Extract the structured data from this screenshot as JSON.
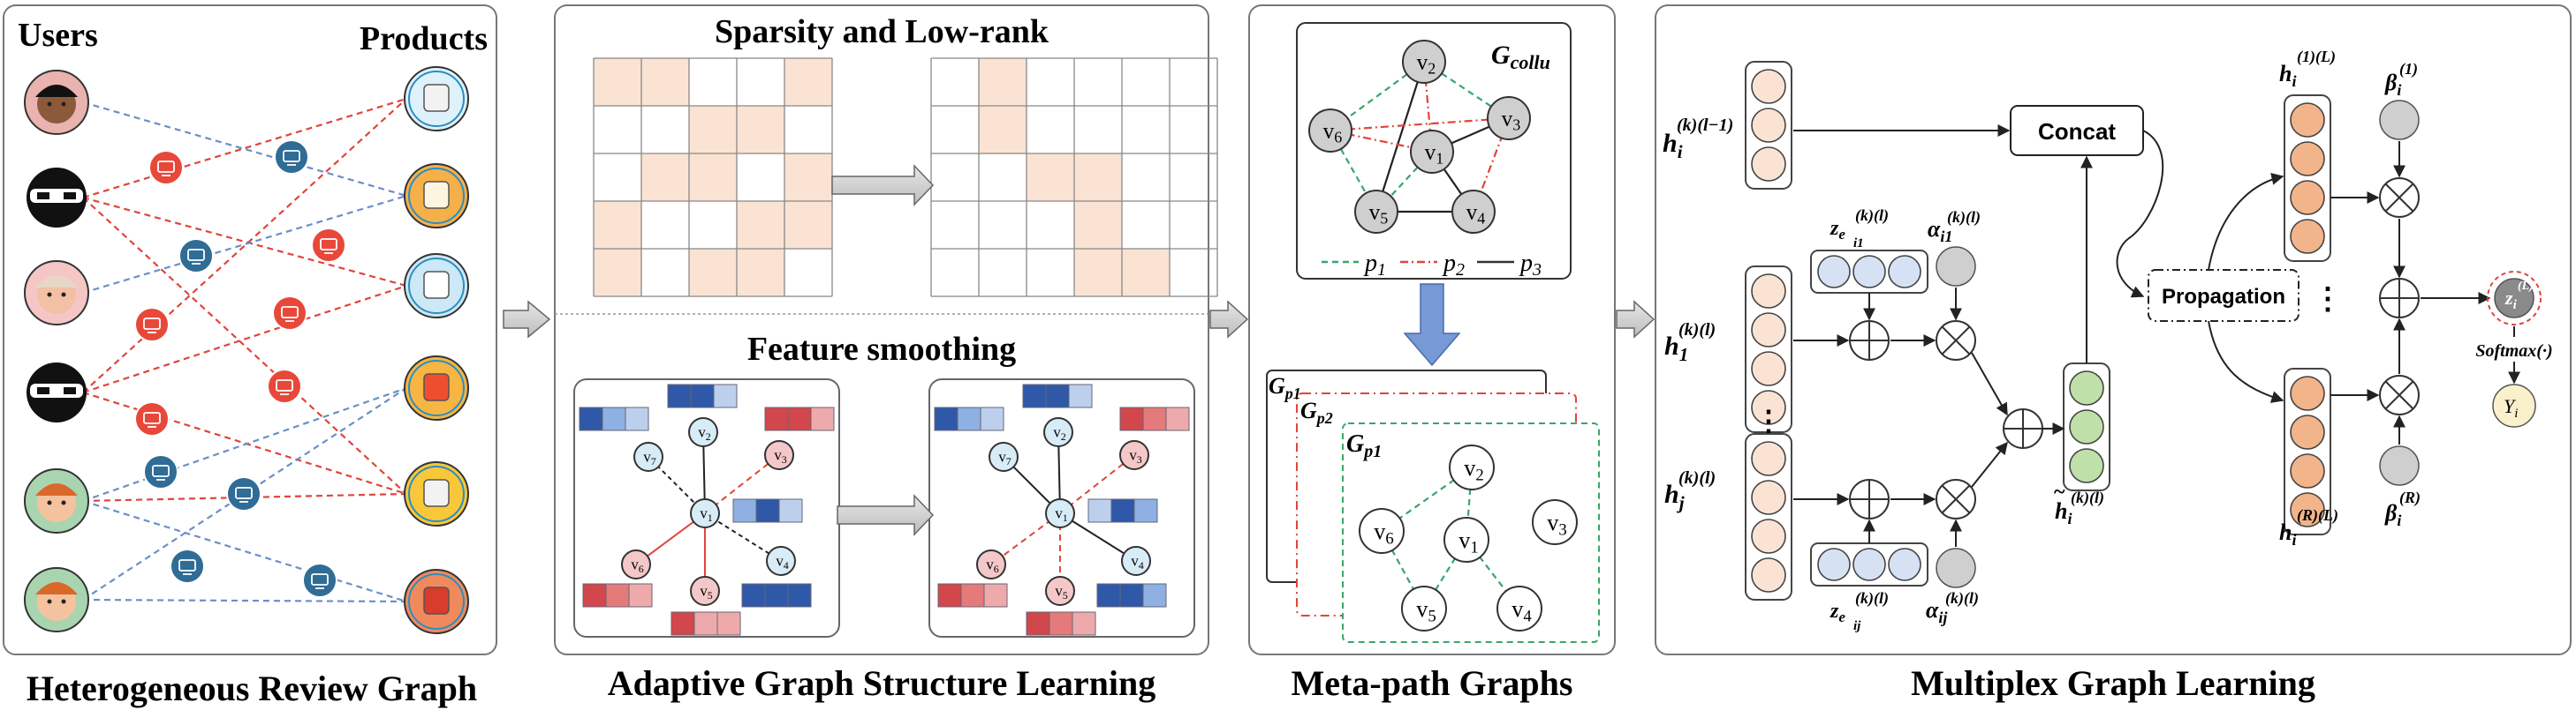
{
  "panels": {
    "review": {
      "caption": "Heterogeneous Review Graph",
      "users_label": "Users",
      "products_label": "Products"
    },
    "adaptive": {
      "caption": "Adaptive Graph Structure Learning",
      "sparsity_title": "Sparsity and Low-rank",
      "smoothing_title": "Feature smoothing",
      "node_labels": [
        "v1",
        "v2",
        "v3",
        "v4",
        "v5",
        "v6",
        "v7"
      ]
    },
    "metapath": {
      "caption": "Meta-path Graphs",
      "collu_label": "Gcollu",
      "legend": [
        "p1",
        "p2",
        "p3"
      ],
      "stack_labels": [
        "Gp1",
        "Gp2",
        "Gp1"
      ],
      "node_labels": [
        "v1",
        "v2",
        "v3",
        "v4",
        "v5",
        "v6"
      ]
    },
    "multiplex": {
      "caption": "Multiplex Graph Learning",
      "concat_label": "Concat",
      "propagation_label": "Propagation",
      "softmax_label": "Softmax(·)",
      "output_label": "Yi",
      "labels": {
        "h_prev": "h_i^(k)(l-1)",
        "h1": "h_1^(k)(l)",
        "hj": "h_j^(k)(l)",
        "ze_i1": "z_ei1^(k)(l)",
        "ze_ij": "z_eij^(k)(l)",
        "alpha_i1": "α_i1^(k)(l)",
        "alpha_ij": "α_ij^(k)(l)",
        "h_tilde": "h̃_i^(k)(l)",
        "h_1L": "h_i^(1)(L)",
        "h_RL": "h_i^(R)(L)",
        "beta_1": "β_i^(1)",
        "beta_R": "β_i^(R)",
        "z_L": "z_i^(L)"
      }
    }
  },
  "colors": {
    "red_edge": "#e0453a",
    "blue_edge": "#6a8fc9",
    "green_edge": "#3aa56a",
    "matrix_fill": "#fbe3d4",
    "orange_cell": "#f2b48a",
    "green_cell": "#bfe0a8",
    "blue_cell": "#d6e2f4",
    "feature_dark_blue": "#2f58a8",
    "feature_red": "#d2474b",
    "arrow_blue": "#7799d6"
  }
}
